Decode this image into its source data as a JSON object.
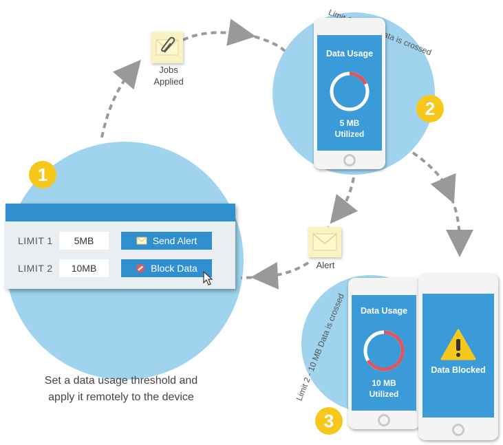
{
  "steps": {
    "one": "1",
    "two": "2",
    "three": "3"
  },
  "panel": {
    "limits": [
      {
        "label": "LIMIT  1",
        "value": "5MB",
        "action": "Send Alert"
      },
      {
        "label": "LIMIT  2",
        "value": "10MB",
        "action": "Block Data"
      }
    ]
  },
  "jobs_label": [
    "Jobs",
    "Applied"
  ],
  "alert_label": "Alert",
  "limit1_caption": "Limit 1 - 5 MB Data is crossed",
  "limit2_caption": "Limit 2 - 10 MB Data is crossed",
  "phone1": {
    "title": "Data Usage",
    "amount": "5 MB",
    "status": "Utilized"
  },
  "phone2": {
    "title": "Data Usage",
    "amount": "10 MB",
    "status": "Utilized"
  },
  "phone3": {
    "status": "Data Blocked"
  },
  "main_caption": [
    "Set a data usage threshold  and",
    "apply it remotely to the device"
  ],
  "colors": {
    "circle": "#9fd3ee",
    "badge": "#f6c81b",
    "screen": "#3b9bd8",
    "ring_used": "#e0545a",
    "arrow": "#999999"
  },
  "icons": [
    "paperclip-envelope-icon",
    "envelope-icon",
    "warning-icon",
    "cursor-icon",
    "envelope-small-icon",
    "block-icon"
  ]
}
